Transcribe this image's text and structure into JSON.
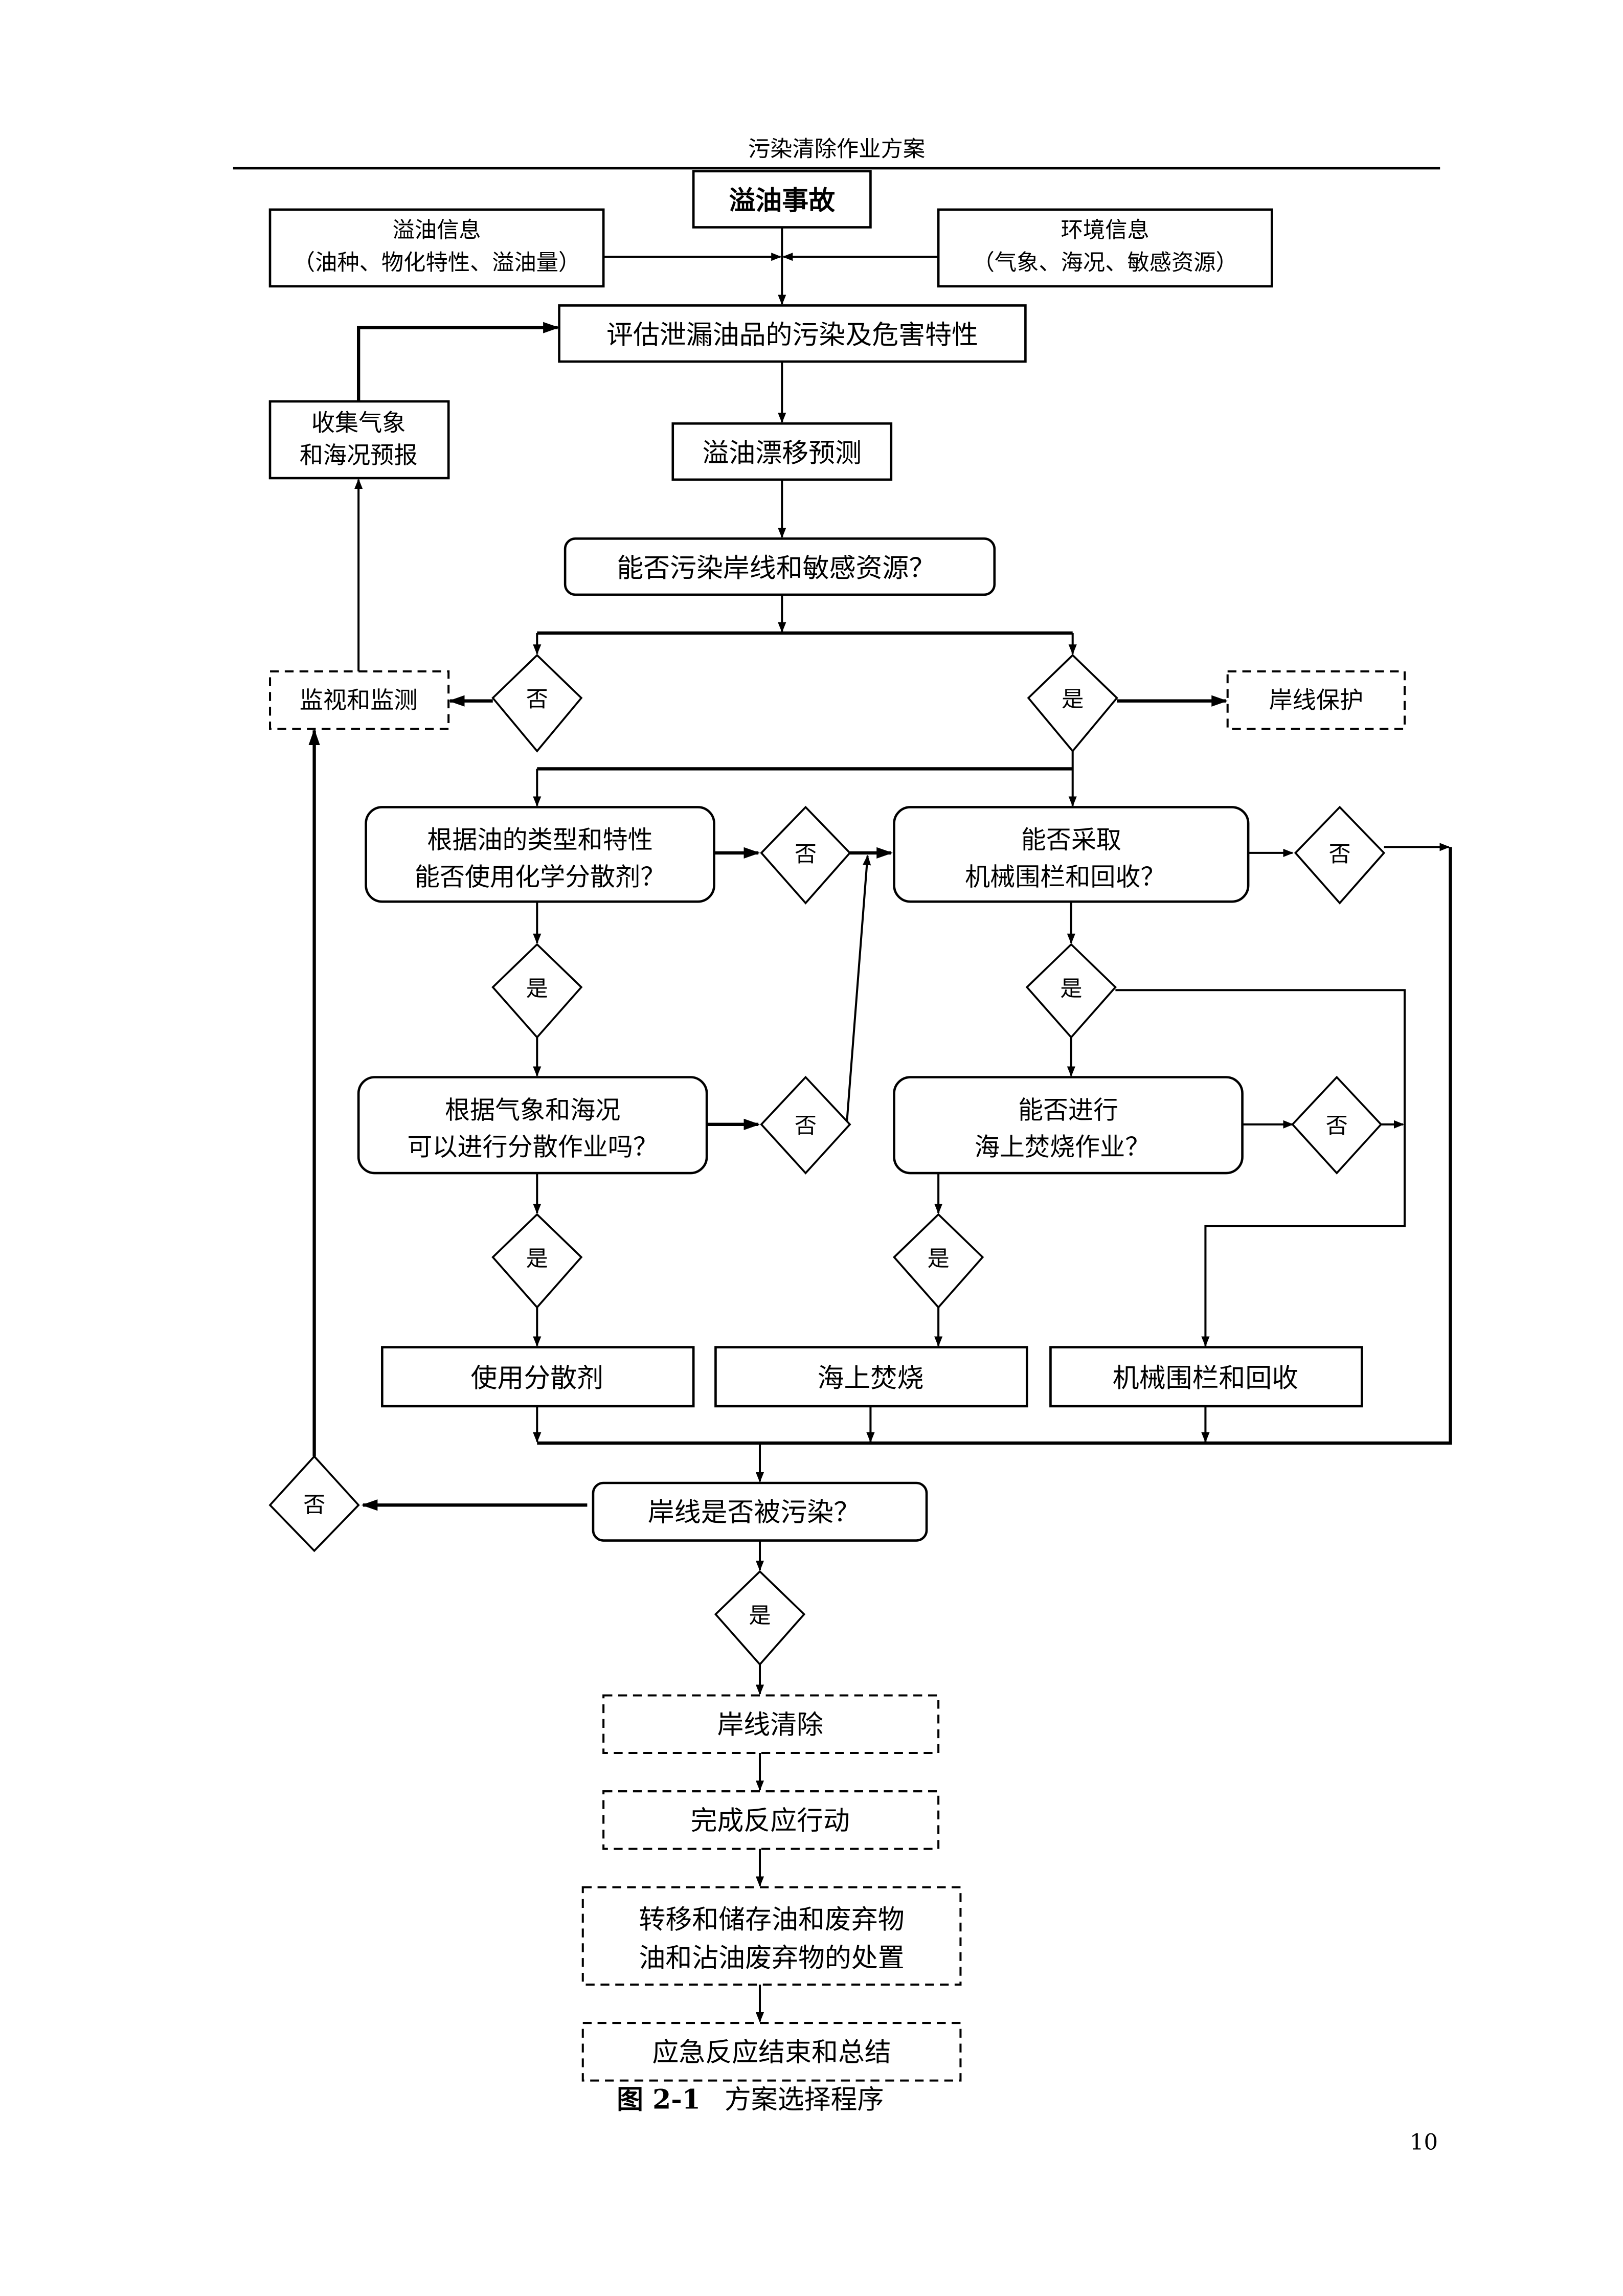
{
  "header": {
    "title": "污染清除作业方案"
  },
  "nodes": {
    "incident": "溢油事故",
    "oil_info_1": "溢油信息",
    "oil_info_2": "（油种、物化特性、溢油量）",
    "env_info_1": "环境信息",
    "env_info_2": "（气象、海况、敏感资源）",
    "assess": "评估泄漏油品的污染及危害特性",
    "forecast_1": "收集气象",
    "forecast_2": "和海况预报",
    "drift": "溢油漂移预测",
    "threat_q": "能否污染岸线和敏感资源？",
    "monitor": "监视和监测",
    "shore_protect": "岸线保护",
    "dispersant_q1_1": "根据油的类型和特性",
    "dispersant_q1_2": "能否使用化学分散剂？",
    "mech_q_1": "能否采取",
    "mech_q_2": "机械围栏和回收？",
    "dispersant_q2_1": "根据气象和海况",
    "dispersant_q2_2": "可以进行分散作业吗？",
    "burn_q_1": "能否进行",
    "burn_q_2": "海上焚烧作业？",
    "use_dispersant": "使用分散剂",
    "in_situ_burn": "海上焚烧",
    "mech_recovery": "机械围栏和回收",
    "shore_polluted_q": "岸线是否被污染？",
    "shore_cleanup": "岸线清除",
    "complete_response": "完成反应行动",
    "waste_1": "转移和储存油和废弃物",
    "waste_2": "油和沾油废弃物的处置",
    "close_out": "应急反应结束和总结"
  },
  "decisions": {
    "yes": "是",
    "no": "否"
  },
  "caption": {
    "label": "图 2-1",
    "text": "方案选择程序"
  },
  "footer": {
    "page_number": "10"
  }
}
